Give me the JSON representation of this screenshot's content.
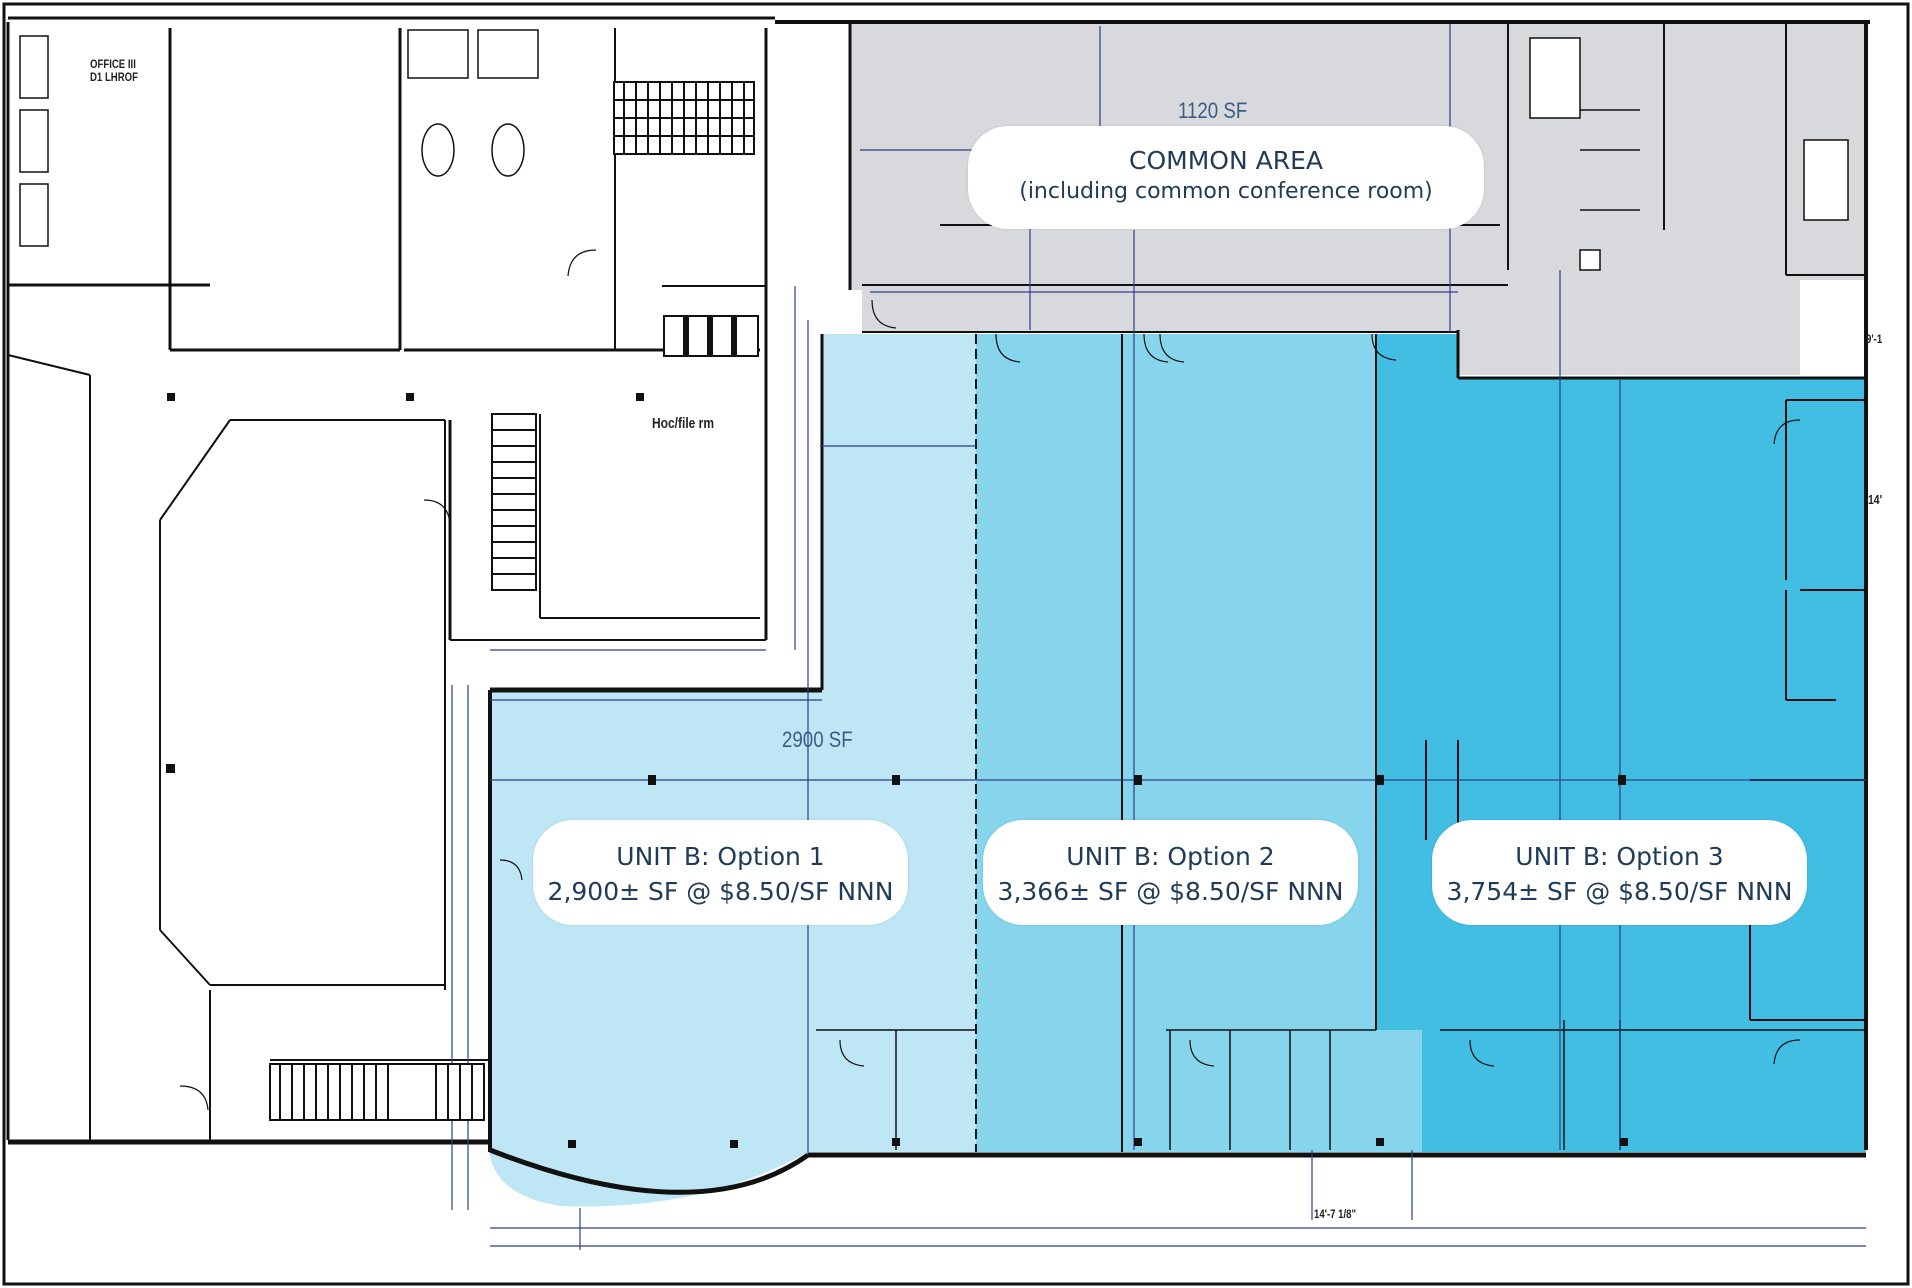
{
  "common_area": {
    "area_label": "1120 SF",
    "title": "COMMON AREA",
    "subtitle": "(including common conference room)"
  },
  "units": [
    {
      "title": "UNIT B: Option 1",
      "detail": "2,900± SF @ $8.50/SF NNN",
      "color": "#bfe6f5"
    },
    {
      "title": "UNIT B: Option 2",
      "detail": "3,366± SF @ $8.50/SF NNN",
      "color": "#86d5ec"
    },
    {
      "title": "UNIT B: Option 3",
      "detail": "3,754± SF @ $8.50/SF NNN",
      "color": "#42bee3"
    }
  ],
  "unit1_area_label": "2900 SF",
  "plan_text": {
    "hoc_room": "Hoc/file rm",
    "dimension": "14'-7 1/8\"",
    "owner_note": "OFFICE III\nD1 LHROF",
    "right_r": "14'",
    "right_9": "9'-1"
  },
  "colors": {
    "common_area": "#d8d9dd",
    "wall": "#111111",
    "dimension_line": "#2c3f8a",
    "label_text": "#1f3b57"
  }
}
